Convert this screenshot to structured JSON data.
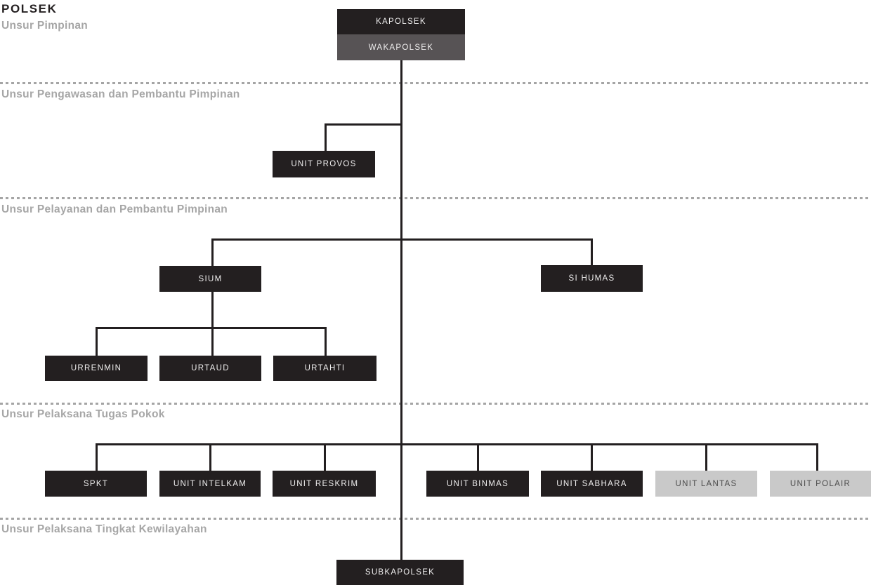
{
  "title": "POLSEK",
  "sections": {
    "pimpinan": "Unsur Pimpinan",
    "pengawasan": "Unsur Pengawasan dan Pembantu Pimpinan",
    "pelayanan": "Unsur Pelayanan dan Pembantu Pimpinan",
    "pelaksana_pokok": "Unsur Pelaksana Tugas Pokok",
    "kewilayahan": "Unsur Pelaksana Tingkat Kewilayahan"
  },
  "nodes": {
    "kapolsek": "KAPOLSEK",
    "wakapolsek": "WAKAPOLSEK",
    "unit_provos": "UNIT PROVOS",
    "sium": "SIUM",
    "si_humas": "SI HUMAS",
    "urrenmin": "URRENMIN",
    "urtaud": "URTAUD",
    "urtahti": "URTAHTI",
    "spkt": "SPKT",
    "unit_intelkam": "UNIT INTELKAM",
    "unit_reskrim": "UNIT RESKRIM",
    "unit_binmas": "UNIT BINMAS",
    "unit_sabhara": "UNIT SABHARA",
    "unit_lantas": "UNIT LANTAS",
    "unit_polair": "UNIT POLAIR",
    "subkapolsek": "SUBKAPOLSEK"
  },
  "colors": {
    "node_dark": "#231f20",
    "node_gray": "#575355",
    "node_light": "#c9c9c9",
    "node_text_light": "#efeeee",
    "node_text_dark": "#4c4c4c",
    "section_label": "#a6a6a6",
    "divider": "#a5a5a5",
    "connector": "#231f20",
    "canvas_bg": "#ffffff"
  }
}
